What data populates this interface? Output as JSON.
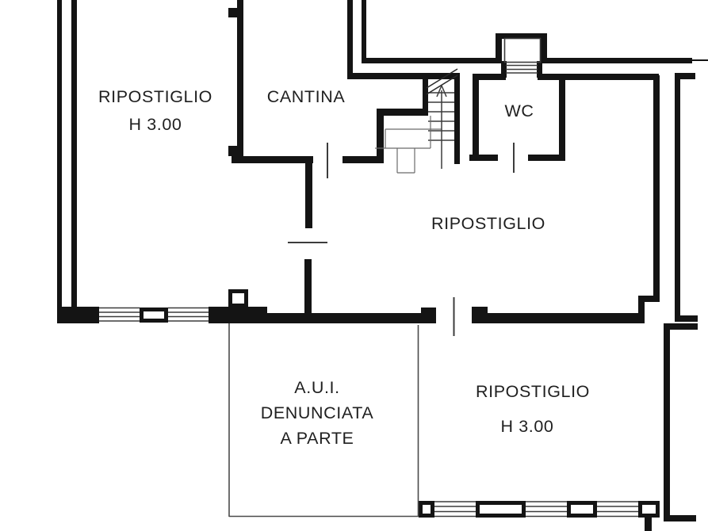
{
  "rooms": {
    "storage_top_left": {
      "label": "RIPOSTIGLIO",
      "height_note": "H 3.00"
    },
    "cantina": {
      "label": "CANTINA"
    },
    "wc": {
      "label": "WC"
    },
    "storage_center": {
      "label": "RIPOSTIGLIO"
    },
    "aui_unit": {
      "line1": "A.U.I.",
      "line2": "DENUNCIATA",
      "line3": "A PARTE"
    },
    "storage_bottom_right": {
      "label": "RIPOSTIGLIO",
      "height_note": "H 3.00"
    }
  },
  "colors": {
    "wall": "#141414",
    "thin_line": "#3c3c3c",
    "aui_outline": "#4a4a4a",
    "background": "#ffffff"
  }
}
